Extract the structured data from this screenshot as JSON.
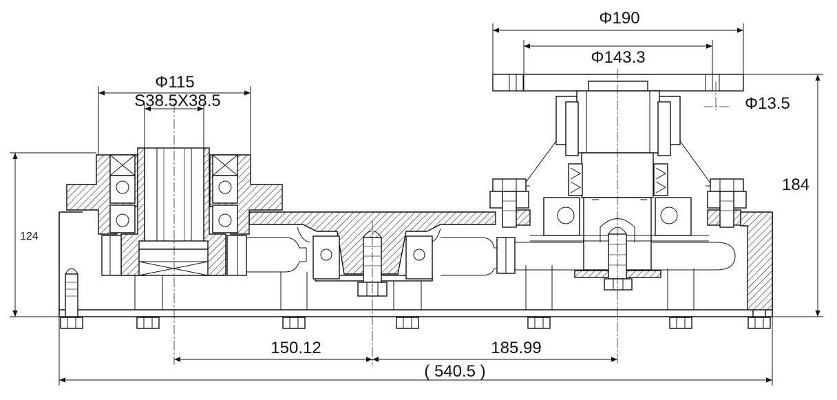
{
  "dimensions": {
    "phi190": "Φ190",
    "phi143": "Φ143.3",
    "phi13": "Φ13.5",
    "h184": "184",
    "phi115": "Φ115",
    "s38": "S38.5X38.5",
    "h124": "124",
    "d150": "150.12",
    "d185": "185.99",
    "d540": "( 540.5 )"
  }
}
